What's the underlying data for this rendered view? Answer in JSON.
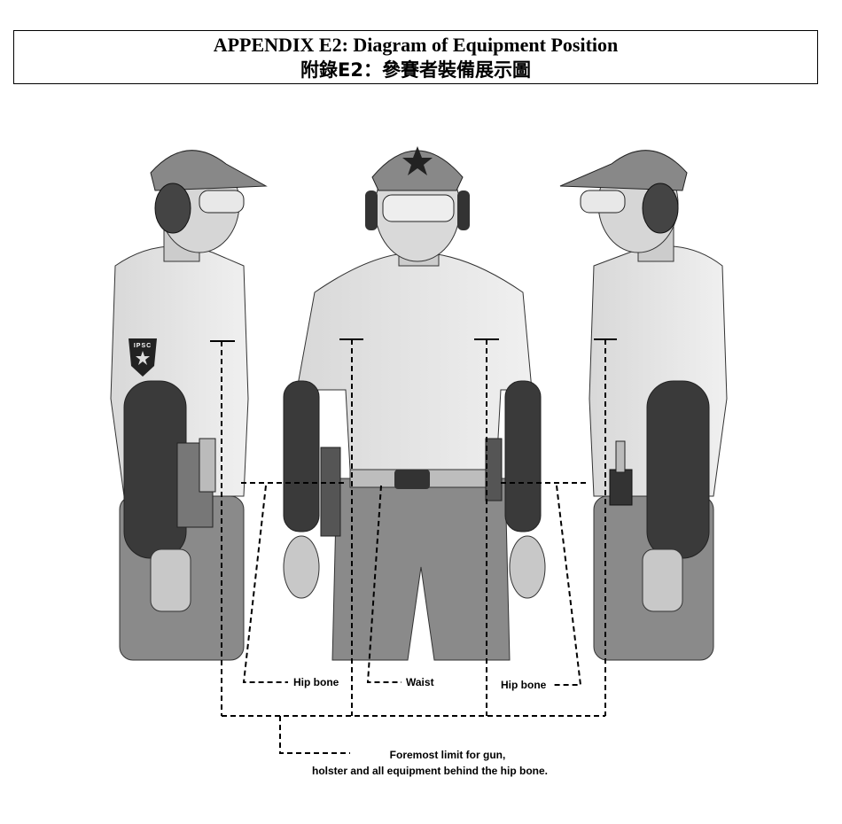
{
  "header": {
    "title_en": "APPENDIX E2: Diagram of Equipment Position",
    "title_zh": "附錄E2：參賽者裝備展示圖"
  },
  "diagram": {
    "labels": {
      "hip_bone_left": "Hip bone",
      "waist": "Waist",
      "hip_bone_right": "Hip bone"
    },
    "note_line1": "Foremost limit for gun,",
    "note_line2": "holster and all equipment  behind the hip bone.",
    "badge_text": "IPSC"
  }
}
